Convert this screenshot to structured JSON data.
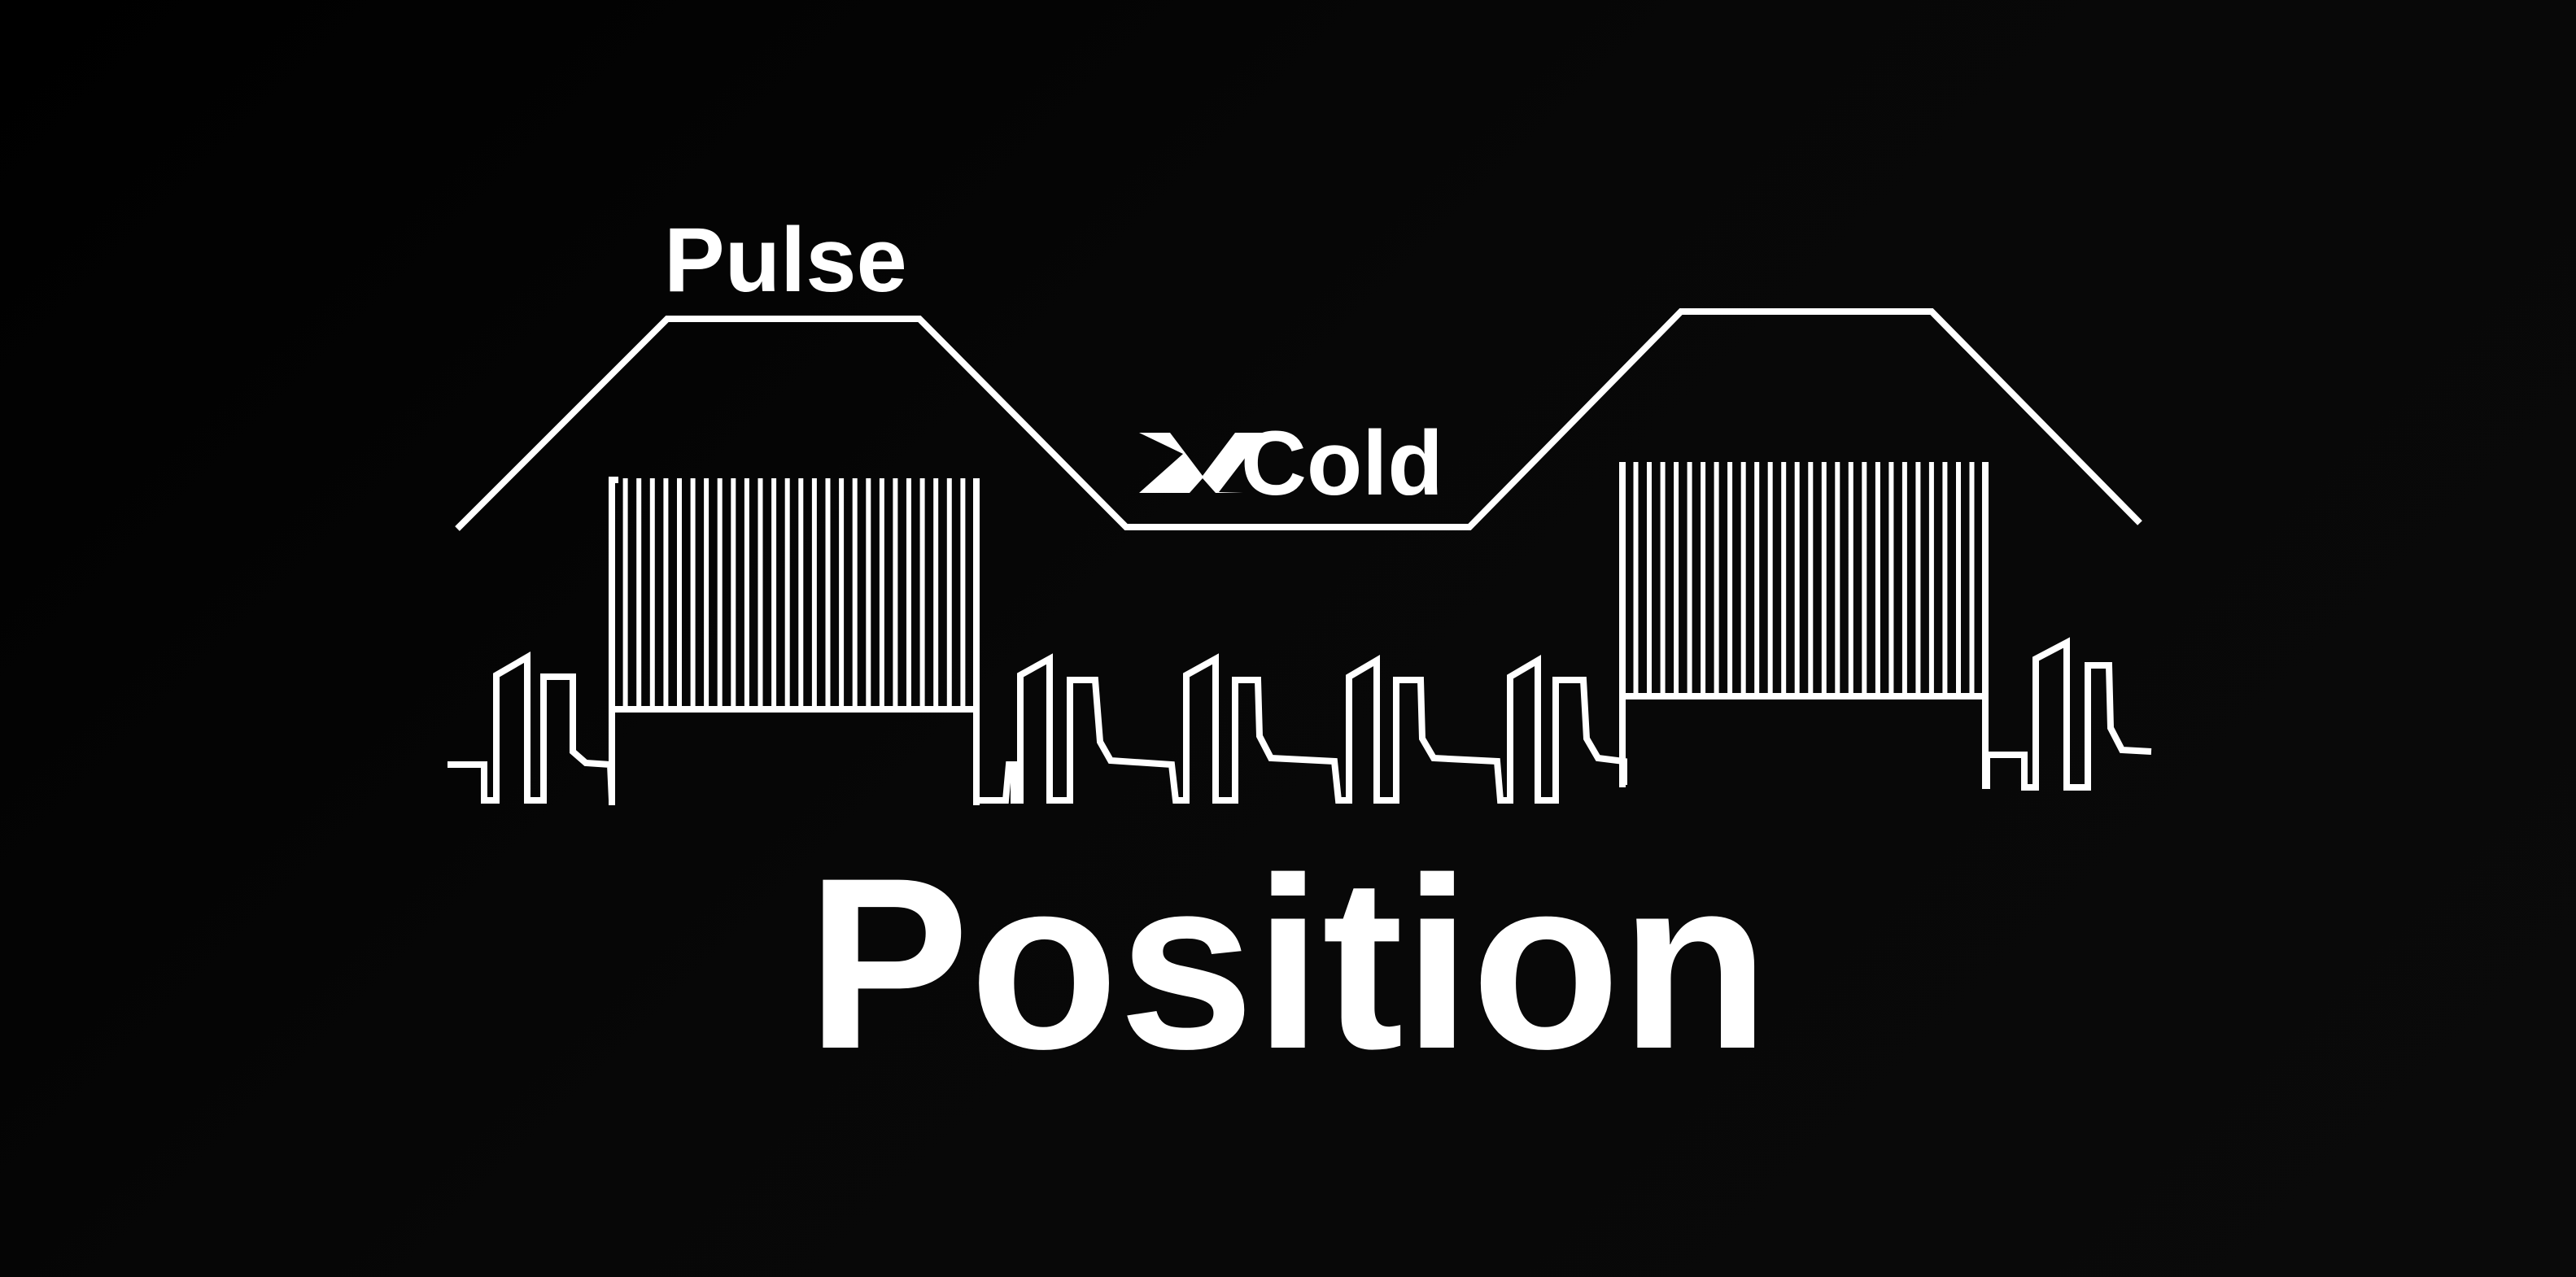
{
  "labels": {
    "pulse": "Pulse",
    "cold_brand": "XCold",
    "title": "Position"
  },
  "colors": {
    "background": "#0a0a0a",
    "foreground": "#ffffff"
  },
  "icons": {
    "x_mark": "x-mark-logo-icon"
  }
}
